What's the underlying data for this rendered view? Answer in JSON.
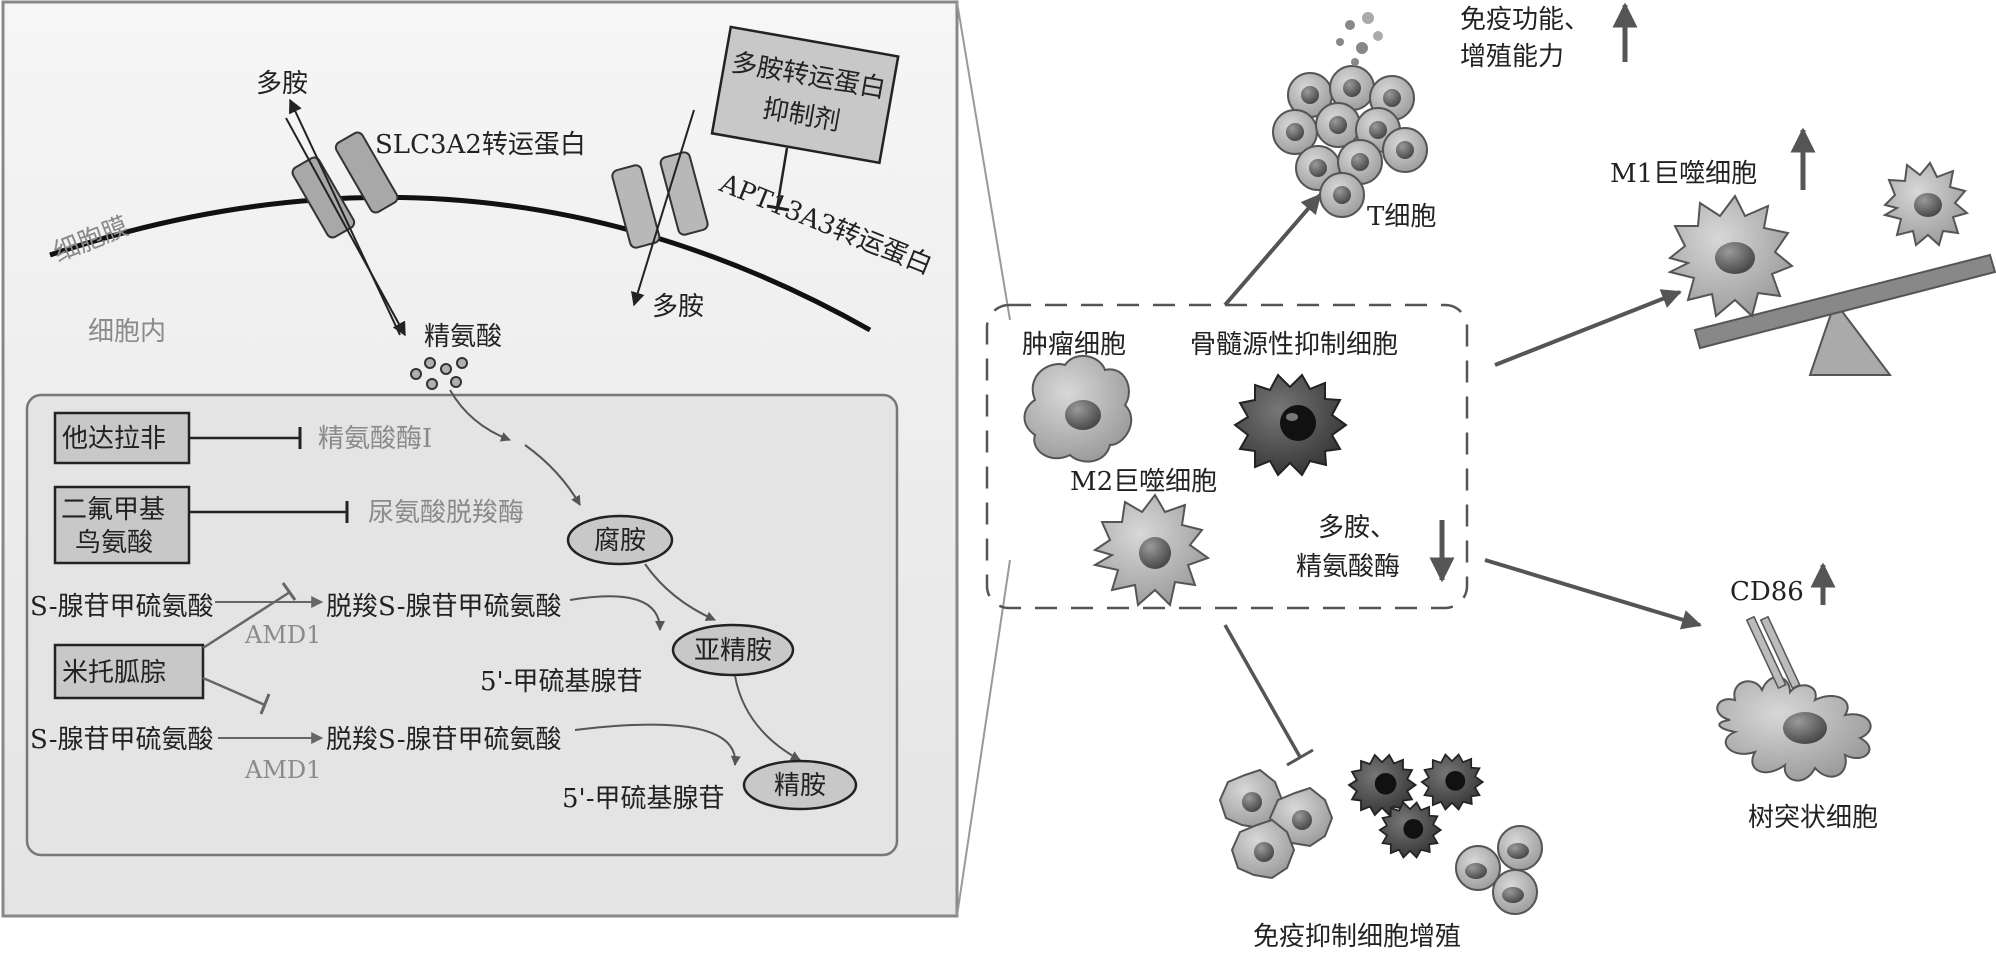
{
  "left_panel": {
    "membrane_label": "细胞膜",
    "cytosol_label": "细胞内",
    "polyamine_top": "多胺",
    "slc_label": "SLC3A2转运蛋白",
    "arginine_label": "精氨酸",
    "inhibitor_box": [
      "多胺转运蛋白",
      "抑制剂"
    ],
    "atp_label": "APT13A3转运蛋白",
    "polyamine_bottom": "多胺"
  },
  "inner_box": {
    "drug1": "他达拉非",
    "enzyme1": "精氨酸酶I",
    "drug2": [
      "二氟甲基",
      "鸟氨酸"
    ],
    "enzyme2": "尿氨酸脱羧酶",
    "putrescine": "腐胺",
    "sam1": "S-腺苷甲硫氨酸",
    "dcsam1": "脱羧S-腺苷甲硫氨酸",
    "amd1_a": "AMD1",
    "drug3": "米托胍腙",
    "spermidine": "亚精胺",
    "mta1": "5'-甲硫基腺苷",
    "sam2": "S-腺苷甲硫氨酸",
    "dcsam2": "脱羧S-腺苷甲硫氨酸",
    "amd1_b": "AMD1",
    "spermine": "精胺",
    "mta2": "5'-甲硫基腺苷"
  },
  "right_panel": {
    "tumor_cell": "肿瘤细胞",
    "mdsc": "骨髓源性抑制细胞",
    "m2": "M2巨噬细胞",
    "polyamine_arginase": [
      "多胺、",
      "精氨酸酶"
    ],
    "t_cell": "T细胞",
    "t_cell_effect": [
      "免疫功能、",
      "增殖能力"
    ],
    "m1": "M1巨噬细胞",
    "cd86": "CD86",
    "dendritic": "树突状细胞",
    "suppress": "免疫抑制细胞增殖"
  },
  "colors": {
    "box_fill": "#c8c8c8",
    "panel_fill": "#eeeeee",
    "cell_light": "#b8b8b8",
    "cell_dark": "#4a4a4a",
    "arrow": "#555555"
  }
}
